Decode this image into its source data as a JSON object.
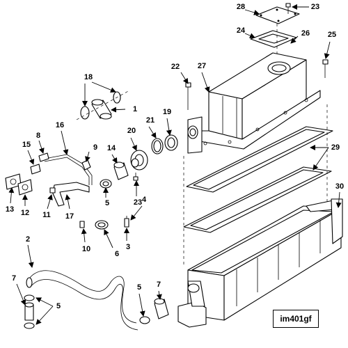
{
  "figure_id": "im401gf",
  "callouts": {
    "c1": "1",
    "c2": "2",
    "c3": "3",
    "c4": "4",
    "c5a": "5",
    "c5b": "5",
    "c5c": "5",
    "c6": "6",
    "c7a": "7",
    "c7b": "7",
    "c8": "8",
    "c9": "9",
    "c10": "10",
    "c11": "11",
    "c12": "12",
    "c13": "13",
    "c14": "14",
    "c15": "15",
    "c16": "16",
    "c17": "17",
    "c18": "18",
    "c19": "19",
    "c20": "20",
    "c21": "21",
    "c22": "22",
    "c23a": "23",
    "c23b": "23",
    "c24": "24",
    "c25": "25",
    "c26": "26",
    "c27": "27",
    "c28": "28",
    "c29": "29",
    "c30": "30"
  }
}
